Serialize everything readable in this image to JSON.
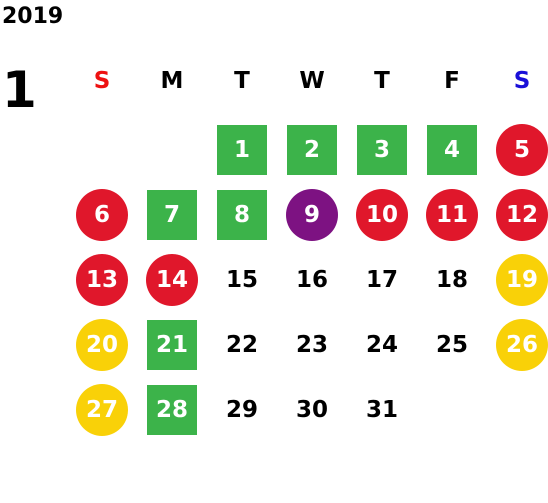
{
  "year": "2019",
  "month": "1",
  "weekdays": [
    {
      "label": "S",
      "color": "#ee1111"
    },
    {
      "label": "M",
      "color": "#000000"
    },
    {
      "label": "T",
      "color": "#000000"
    },
    {
      "label": "W",
      "color": "#000000"
    },
    {
      "label": "T",
      "color": "#000000"
    },
    {
      "label": "F",
      "color": "#000000"
    },
    {
      "label": "S",
      "color": "#1a0fd8"
    }
  ],
  "first_day_column": 2,
  "colors": {
    "green": "#3cb34a",
    "red": "#e0172b",
    "purple": "#7d1282",
    "yellow": "#f9d108"
  },
  "days": [
    {
      "n": "1",
      "mark": "green"
    },
    {
      "n": "2",
      "mark": "green"
    },
    {
      "n": "3",
      "mark": "green"
    },
    {
      "n": "4",
      "mark": "green"
    },
    {
      "n": "5",
      "mark": "red"
    },
    {
      "n": "6",
      "mark": "red"
    },
    {
      "n": "7",
      "mark": "green"
    },
    {
      "n": "8",
      "mark": "green"
    },
    {
      "n": "9",
      "mark": "purple"
    },
    {
      "n": "10",
      "mark": "red"
    },
    {
      "n": "11",
      "mark": "red"
    },
    {
      "n": "12",
      "mark": "red"
    },
    {
      "n": "13",
      "mark": "red"
    },
    {
      "n": "14",
      "mark": "red"
    },
    {
      "n": "15",
      "mark": "none"
    },
    {
      "n": "16",
      "mark": "none"
    },
    {
      "n": "17",
      "mark": "none"
    },
    {
      "n": "18",
      "mark": "none"
    },
    {
      "n": "19",
      "mark": "yellow"
    },
    {
      "n": "20",
      "mark": "yellow"
    },
    {
      "n": "21",
      "mark": "green"
    },
    {
      "n": "22",
      "mark": "none"
    },
    {
      "n": "23",
      "mark": "none"
    },
    {
      "n": "24",
      "mark": "none"
    },
    {
      "n": "25",
      "mark": "none"
    },
    {
      "n": "26",
      "mark": "yellow"
    },
    {
      "n": "27",
      "mark": "yellow"
    },
    {
      "n": "28",
      "mark": "green"
    },
    {
      "n": "29",
      "mark": "none"
    },
    {
      "n": "30",
      "mark": "none"
    },
    {
      "n": "31",
      "mark": "none"
    }
  ]
}
